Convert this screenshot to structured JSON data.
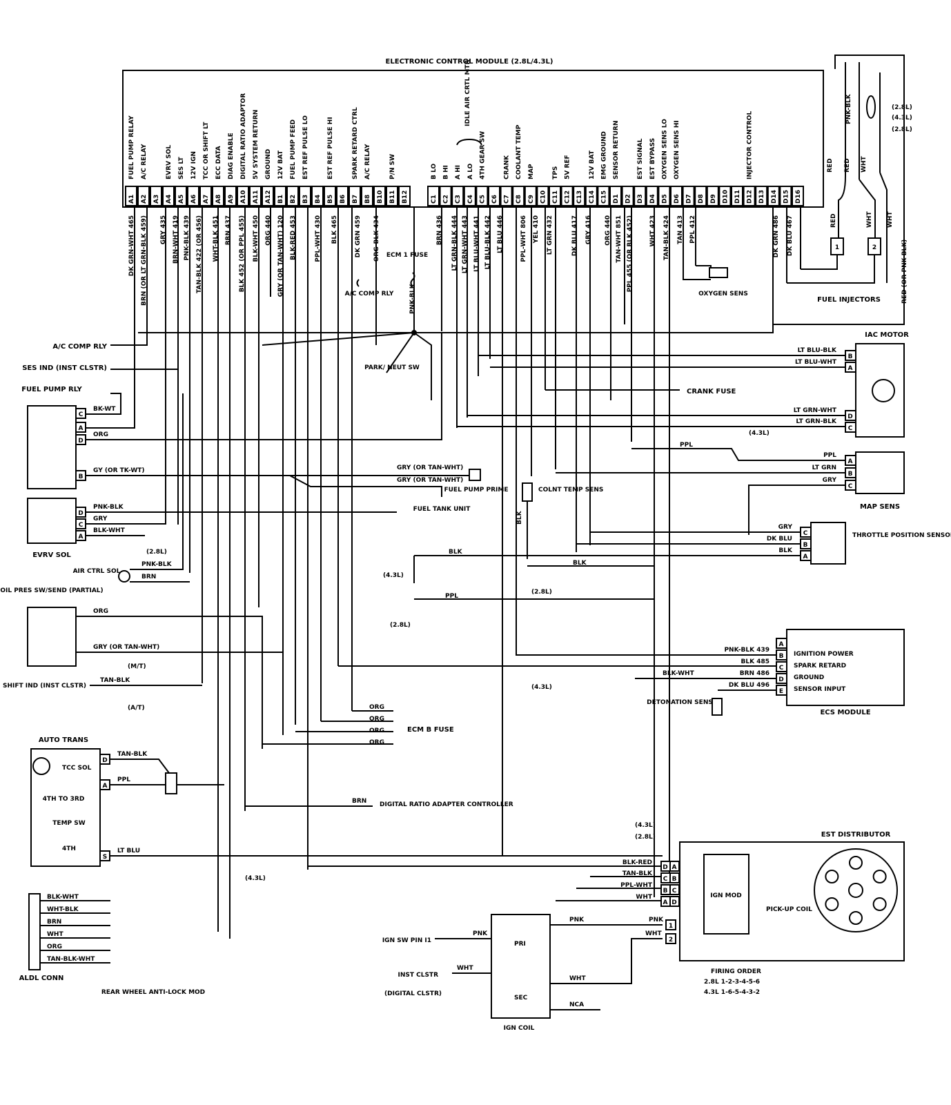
{
  "ecm": {
    "title": "ELECTRONIC CONTROL MODULE (2.8L/4.3L)",
    "functions": [
      "FUEL PUMP RELAY",
      "A/C RELAY",
      "",
      "EVRV SOL",
      "SES LT",
      "12V IGN",
      "TCC OR SHIFT LT",
      "ECC DATA",
      "DIAG ENABLE",
      "DIGITAL RATIO ADAPTOR",
      "5V SYSTEM RETURN",
      "GROUND",
      "12V BAT",
      "FUEL PUMP FEED",
      "EST REF PULSE LO",
      "",
      "EST REF PULSE HI",
      "",
      "SPARK RETARD CTRL",
      "A/C RELAY",
      "",
      "P/N SW",
      "",
      "B LO",
      "B HI",
      "A HI",
      "A LO",
      "4TH GEAR SW",
      "",
      "CRANK",
      "COOLANT TEMP",
      "MAP",
      "",
      "TPS",
      "5V REF",
      "",
      "12V BAT",
      "EMG GROUND",
      "SENSOR RETURN",
      "",
      "EST SIGNAL",
      "EST BYPASS",
      "OXYGEN SENS LO",
      "OXYGEN SENS HI",
      "",
      "",
      "",
      "",
      "",
      "INJECTOR CONTROL",
      ""
    ],
    "iac_group_label": "IDLE AIR CRTL MTR",
    "pins_a": [
      "A1",
      "A2",
      "A3",
      "A4",
      "A5",
      "A6",
      "A7",
      "A8",
      "A9",
      "A10",
      "A11",
      "A12",
      "B1",
      "B2",
      "B3",
      "B4",
      "B5",
      "B6",
      "B7",
      "B8",
      "B10",
      "B11",
      "B12"
    ],
    "pins_c": [
      "C1",
      "C2",
      "C3",
      "C4",
      "C5",
      "C6",
      "C7",
      "C8",
      "C9",
      "C10",
      "C11",
      "C12",
      "C13",
      "C14",
      "C15",
      "D1",
      "D2",
      "D3",
      "D4",
      "D5",
      "D6",
      "D7",
      "D8",
      "D9",
      "D10",
      "D11",
      "D12",
      "D13",
      "D14",
      "D15",
      "D16"
    ],
    "wires_a": [
      "DK GRN-WHT 465",
      "BRN (OR LT GRN-BLK 459)",
      "GRY 435",
      "BRN-WHT 419",
      "PNK-BLK 439",
      "TAN-BLK 422 (OR 456)",
      "WHT-BLK 451",
      "BRN 437",
      "BLK 452 (OR PPL 455)",
      "BLK-WHT 450",
      "ORG 440",
      "GRY (OR TAN-WHT) 120",
      "BLK-RED 453",
      "PPL-WHT 430",
      "BLK 465",
      "DK GRN 459",
      "ORG-BLK 434"
    ],
    "wires_c": [
      "BRN 436",
      "LT GRN-BLK 444",
      "LT GRN-WHT 443",
      "LT BLU-WHT 441",
      "LT BLU-BLK 442",
      "LT BLU 446",
      "PPL-WHT 806",
      "YEL 410",
      "LT GRN 432",
      "DK BLU 417",
      "GRY 416",
      "ORG 440",
      "TAN-WHT 851",
      "PPL 455 (OR BLK 452)",
      "WHT 423",
      "TAN-BLK 424",
      "TAN 413",
      "PPL 412",
      "DK GRN 486",
      "DK BLU 467"
    ]
  },
  "labels": {
    "ecm1_fuse": "ECM 1 FUSE",
    "pnk_blk": "PNK-BLK",
    "ac_comp_rly_top": "A/C COMP RLY",
    "park_neut": "PARK/ NEUT SW",
    "oxygen": "OXYGEN SENS",
    "fuel_injectors": "FUEL INJECTORS",
    "iac_motor": "IAC MOTOR",
    "crank_fuse": "CRANK FUSE",
    "map_sens": "MAP SENS",
    "coolant": "COLNT TEMP SENS",
    "tps": "THROTTLE POSITION SENSOR",
    "ac_comp_left": "A/C COMP RLY",
    "ses_ind": "SES IND (INST CLSTR)",
    "fuel_pump_rly": "FUEL PUMP RLY",
    "evrv_sol": "EVRV SOL",
    "air_ctrl": "AIR CTRL SOL",
    "oil_pres": "OIL PRES SW/SEND (PARTIAL)",
    "shift_ind": "SHIFT IND (INST CLSTR)",
    "fuel_pump_prime": "FUEL PUMP PRIME",
    "fuel_tank": "FUEL TANK UNIT",
    "ecm_b_fuse": "ECM B FUSE",
    "digital_ratio": "DIGITAL RATIO ADAPTER CONTROLLER",
    "auto_trans": "AUTO TRANS",
    "tcc_sol": "TCC SOL",
    "fourth_3rd": "4TH TO 3RD",
    "temp_sw": "TEMP SW",
    "fourth": "4TH",
    "aldl": "ALDL CONN",
    "rear_wheel": "REAR WHEEL ANTI-LOCK MOD",
    "ign_sw": "IGN SW PIN I1",
    "inst_clstr": "INST CLSTR",
    "digital_clstr": "(DIGITAL CLSTR)",
    "ign_coil": "IGN COIL",
    "pri": "PRI",
    "sec": "SEC",
    "est_dist": "EST DISTRIBUTOR",
    "ign_mod": "IGN MOD",
    "pickup": "PICK-UP COIL",
    "firing_title": "FIRING ORDER",
    "firing_28": "2.8L 1-2-3-4-5-6",
    "firing_43": "4.3L 1-6-5-4-3-2",
    "ecs_module": "ECS MODULE",
    "det_sens": "DETONATION SENS",
    "ecs_fn": [
      "IGNITION POWER",
      "SPARK RETARD",
      "GROUND",
      "SENSOR INPUT"
    ]
  },
  "wire_labels": {
    "bk_wt": "BK-WT",
    "org": "ORG",
    "gy_tk": "GY (OR TK-WT)",
    "pnk_blk": "PNK-BLK",
    "gry": "GRY",
    "blk_wht": "BLK-WHT",
    "brn": "BRN",
    "gry_tan": "GRY (OR TAN-WHT)",
    "tan_blk": "TAN-BLK",
    "ppl": "PPL",
    "lt_blu": "LT BLU",
    "blk": "BLK",
    "lt_blu_blk": "LT BLU-BLK",
    "lt_blu_wht": "LT BLU-WHT",
    "lt_grn_wht": "LT GRN-WHT",
    "lt_grn_blk": "LT GRN-BLK",
    "lt_grn": "LT GRN",
    "dk_blu": "DK BLU",
    "pnk_blk_439": "PNK-BLK 439",
    "blk_485": "BLK 485",
    "brn_486": "BRN 486",
    "dk_blu_496": "DK BLU 496",
    "blk_red": "BLK-RED",
    "ppl_wht": "PPL-WHT",
    "wht": "WHT",
    "pnk": "PNK",
    "nca": "NCA",
    "wht_blk": "WHT-BLK",
    "red": "RED",
    "red_or": "RED (OR PNK-BLK)",
    "l28": "(2.8L)",
    "l43": "(4.3L)",
    "mt": "(M/T)",
    "at": "(A/T)"
  }
}
